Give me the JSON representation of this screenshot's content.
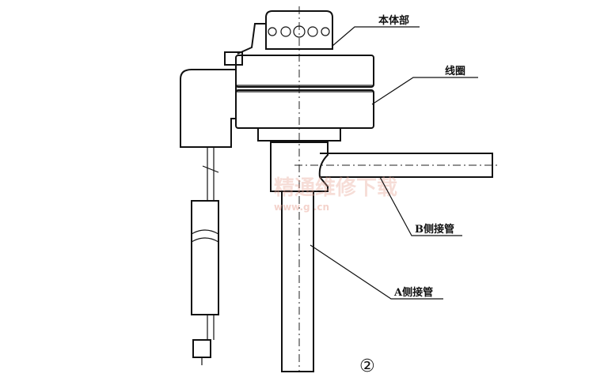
{
  "labels": {
    "body": "本体部",
    "coil": "线圈",
    "b_pipe": "B侧接管",
    "a_pipe": "A侧接管",
    "figure_number": "②"
  },
  "watermark": {
    "brand": "精通维修下载",
    "url": "www.g        .cn"
  }
}
